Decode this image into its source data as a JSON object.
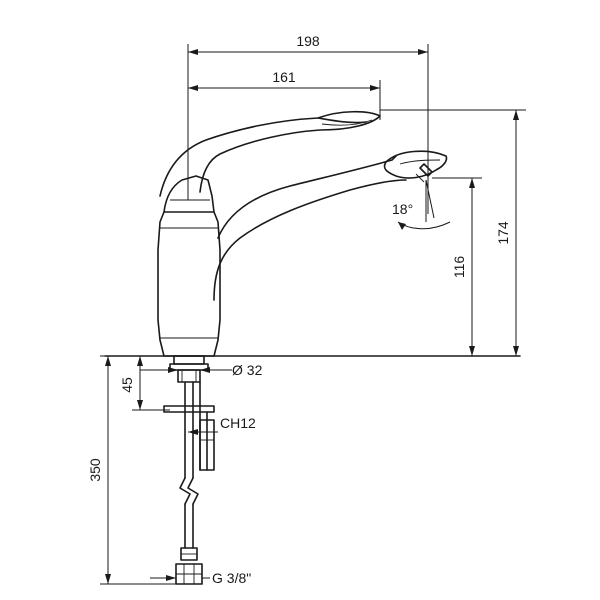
{
  "dimensions": {
    "overall_reach": "198",
    "handle_reach": "161",
    "overall_height": "174",
    "spout_height": "116",
    "swivel_angle": "18°",
    "hole_diameter": "Ø 32",
    "max_deck_thickness": "45",
    "wrench_size": "CH12",
    "hose_length": "350",
    "connection_thread": "G 3/8\""
  }
}
